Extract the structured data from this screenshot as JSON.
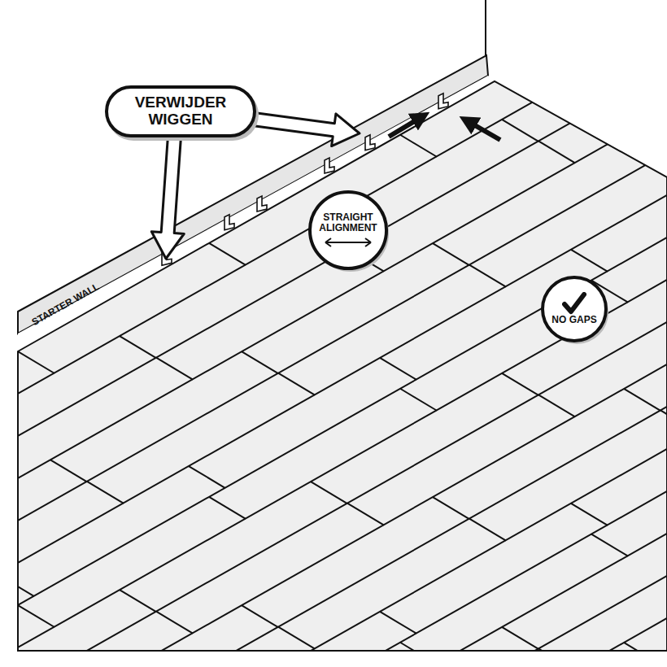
{
  "diagram": {
    "nodes": [
      {
        "text": [
          "VERWIJDER WIGGEN"
        ]
      },
      {
        "text": [
          "STRAIGHT ALIGNMENT"
        ]
      },
      {
        "text": [
          "NO GAPS"
        ]
      }
    ],
    "labels": [
      "STARTER WALL"
    ]
  }
}
